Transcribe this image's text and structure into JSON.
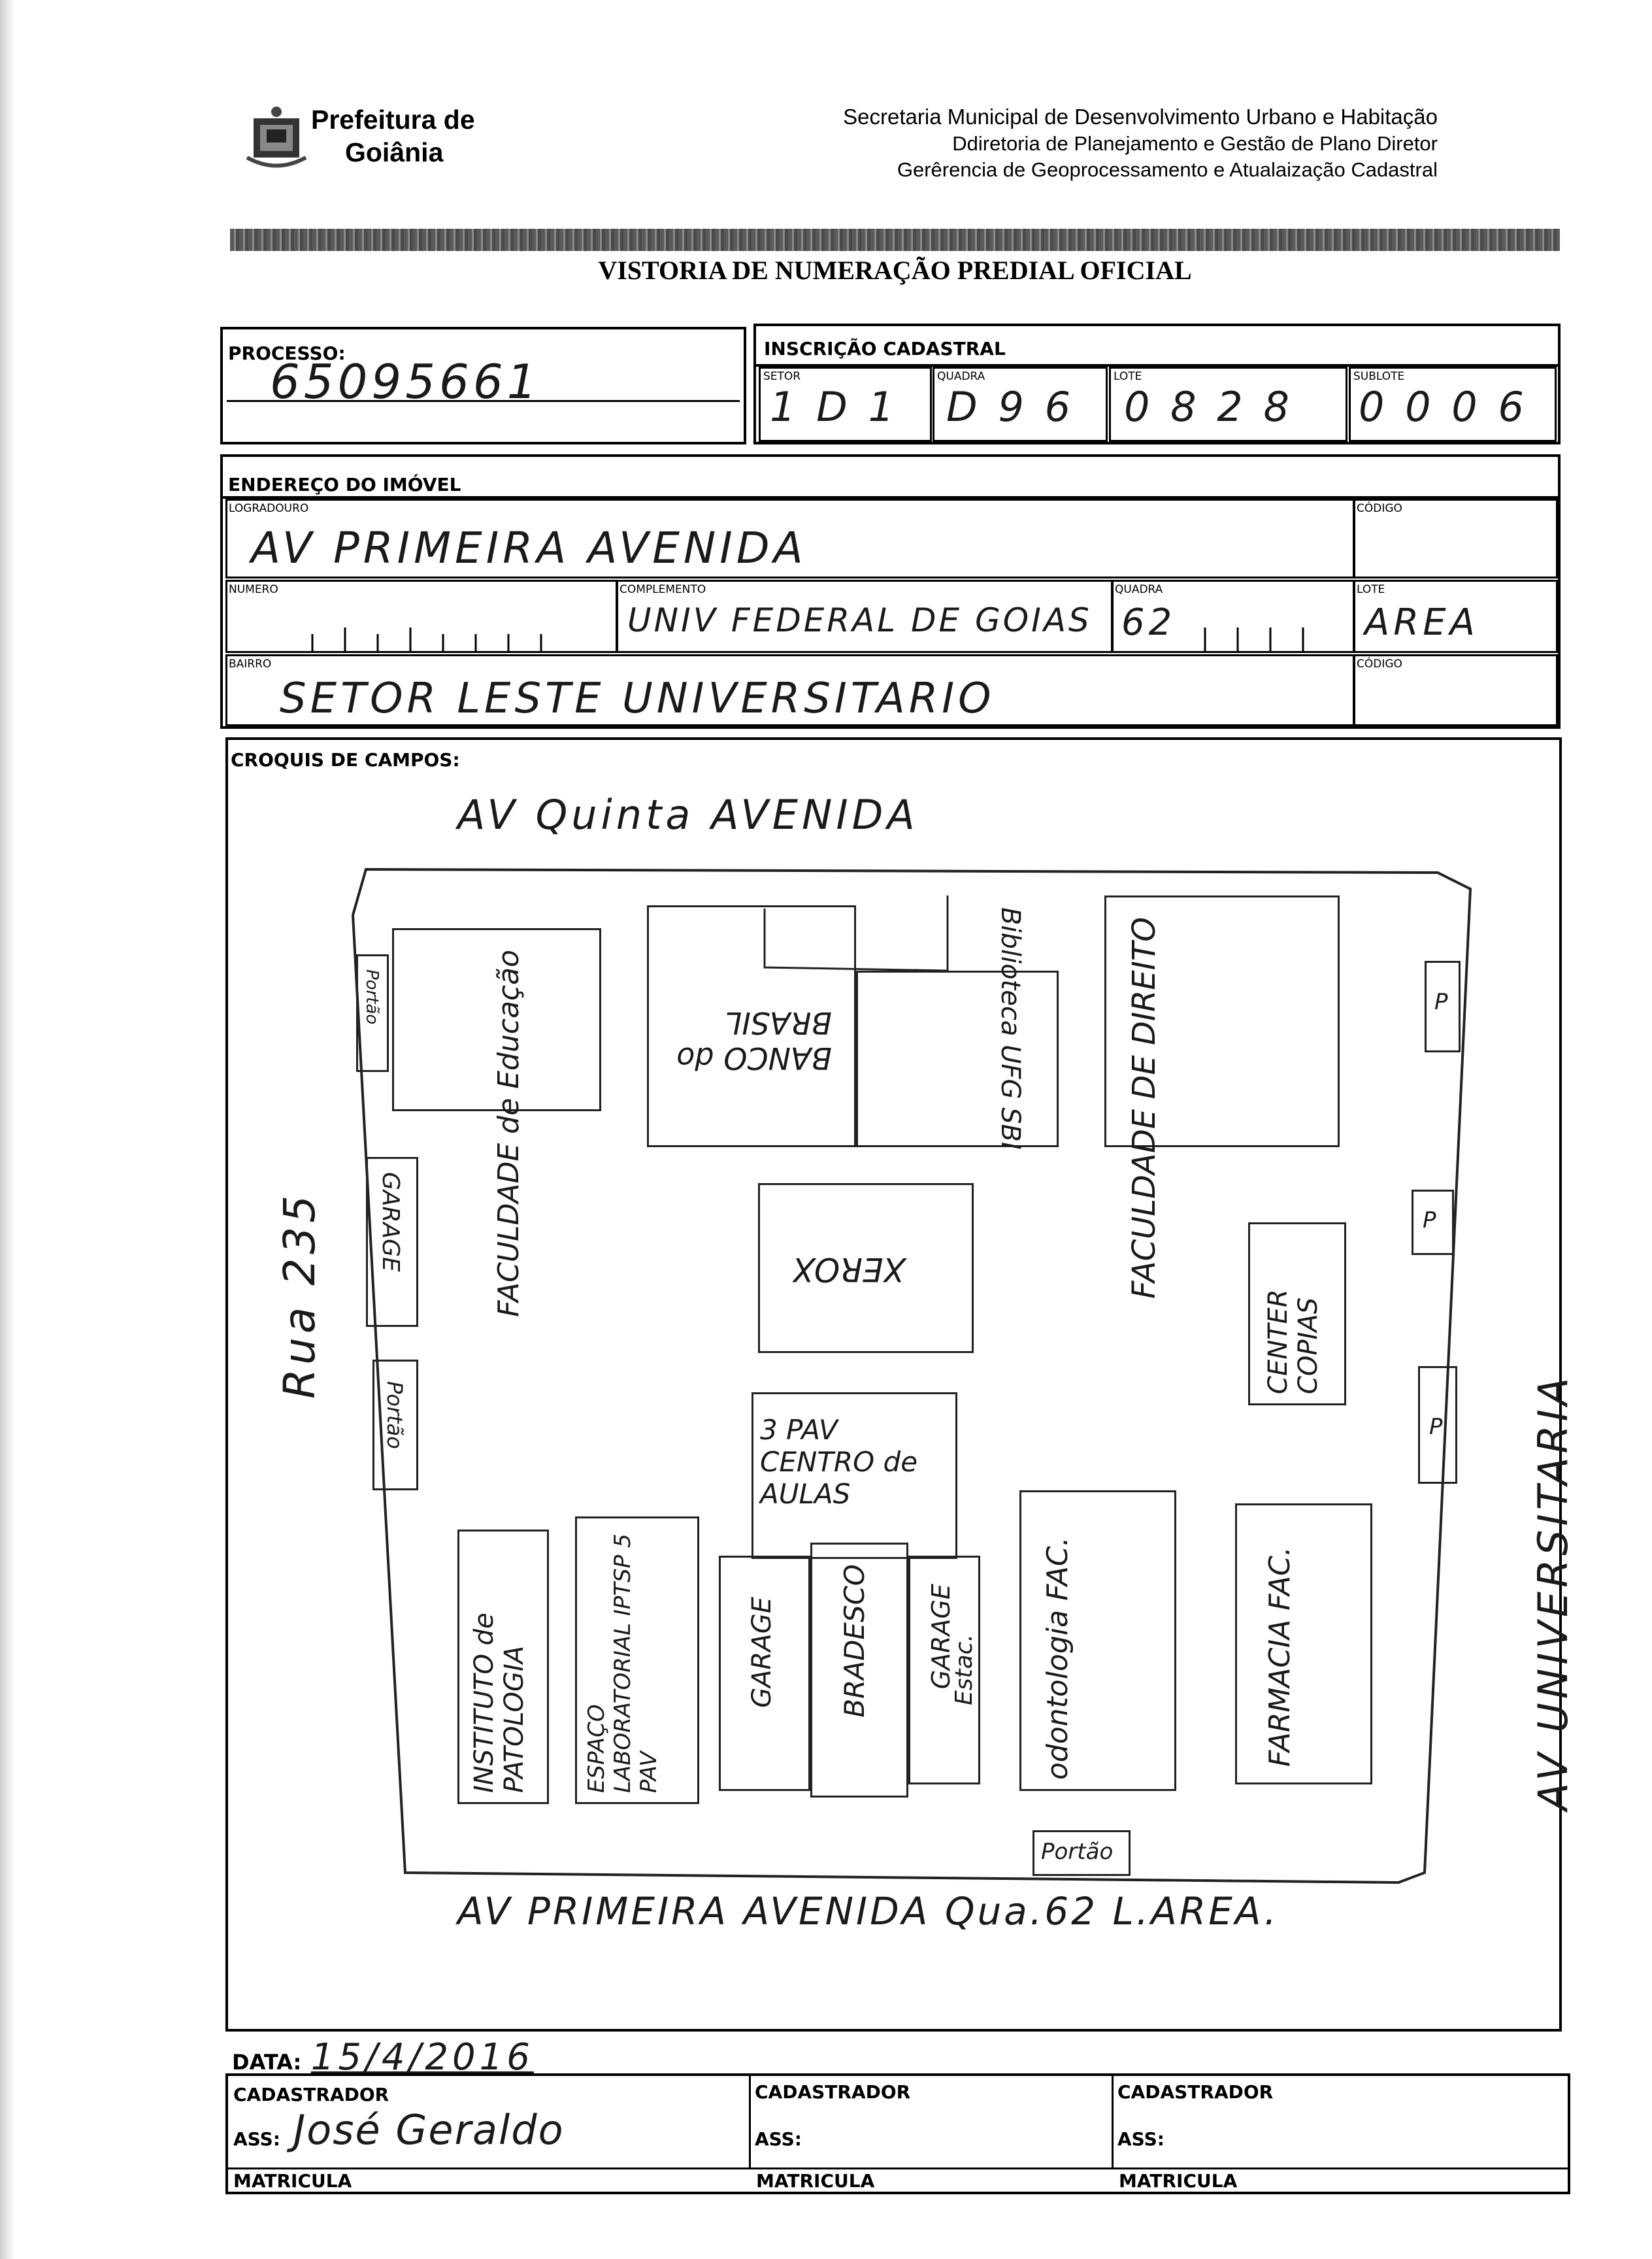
{
  "header": {
    "logo_line1": "Prefeitura de",
    "logo_line2": "Goiânia",
    "org_line1": "Secretaria Municipal de Desenvolvimento Urbano e Habitação",
    "org_line2": "Ddiretoria de Planejamento e Gestão de Plano Diretor",
    "org_line3": "Gerêrencia de Geoprocessamento e Atualaização Cadastral",
    "title": "VISTORIA DE NUMERAÇÃO PREDIAL OFICIAL",
    "colors": {
      "banner": "#6b6b6b",
      "ink": "#000000"
    }
  },
  "processo": {
    "label": "PROCESSO:",
    "value": "65095661"
  },
  "inscricao": {
    "label": "INSCRIÇÃO CADASTRAL",
    "setor_label": "SETOR",
    "setor_value": "1 D 1",
    "quadra_label": "QUADRA",
    "quadra_value": "D 9 6",
    "lote_label": "LOTE",
    "lote_value": "0 8 2 8",
    "sublote_label": "SUBLOTE",
    "sublote_value": "0 0 0 6"
  },
  "endereco": {
    "label": "ENDEREÇO DO IMÓVEL",
    "logradouro_label": "LOGRADOURO",
    "logradouro_value": "AV PRIMEIRA AVENIDA",
    "codigo_label": "CÓDIGO",
    "numero_label": "NUMERO",
    "complemento_label": "COMPLEMENTO",
    "complemento_value": "UNIV FEDERAL DE GOIAS",
    "quadra_label": "QUADRA",
    "quadra_value": "62",
    "lote_label": "LOTE",
    "lote_value": "AREA",
    "bairro_label": "BAIRRO",
    "bairro_value": "SETOR LESTE UNIVERSITARIO",
    "codigo2_label": "CÓDIGO"
  },
  "croquis": {
    "label": "CROQUIS DE CAMPOS:",
    "street_top": "AV Quinta AVENIDA",
    "street_bottom": "AV PRIMEIRA AVENIDA  Qua.62 L.AREA.",
    "street_left": "Rua 235",
    "street_right": "AV UNIVERSITARIA",
    "buildings": {
      "educacao": "FACULDADE de Educação",
      "banco": "BANCO do BRASIL",
      "biblioteca": "Biblioteca UFG SBI",
      "direito": "FACULDADE DE DIREITO",
      "xerox": "XEROX",
      "center": "CENTER COPIAS",
      "centro_aulas": "3 PAV CENTRO de AULAS",
      "patologia": "INSTITUTO de PATOLOGIA",
      "espaco": "ESPAÇO LABORATORIAL IPTSP 5 PAV",
      "garage1": "GARAGE",
      "bradesco": "BRADESCO",
      "garage2": "GARAGE",
      "estac": "Estac.",
      "odontologia": "odontologia FAC.",
      "farmacia": "FARMACIA FAC.",
      "portao": "Portão",
      "garage_left": "GARAGE",
      "p": "P"
    }
  },
  "footer": {
    "data_label": "DATA:",
    "data_value": "15/4/2016",
    "cadastrador_label": "CADASTRADOR",
    "ass_label": "ASS:",
    "ass_value": "José Geraldo",
    "matricula_label": "MATRICULA"
  }
}
